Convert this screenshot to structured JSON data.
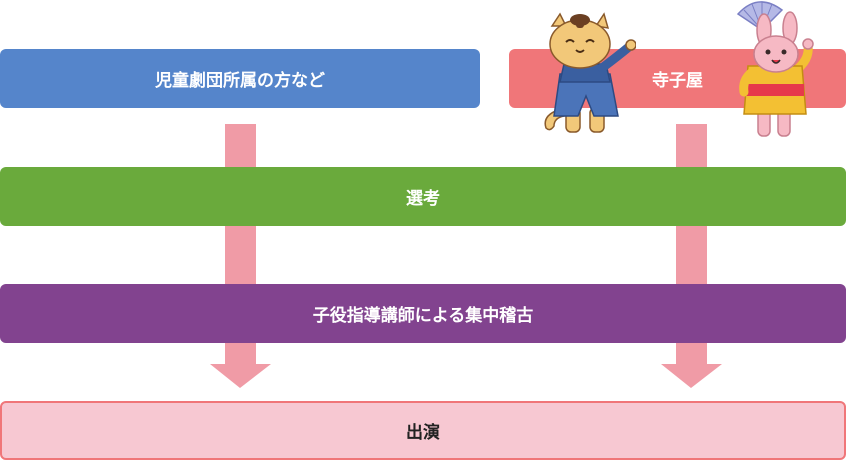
{
  "flow": {
    "troupe_label": "児童劇団所属の方など",
    "terakoya_label": "寺子屋",
    "selection_label": "選考",
    "training_label": "子役指導講師による集中稽古",
    "appearance_label": "出演"
  },
  "colors": {
    "troupe": "#5585cb",
    "terakoya": "#f07679",
    "selection": "#6aaa3c",
    "training": "#82438f",
    "appearance_fill": "#f7c8d2",
    "appearance_border": "#f07679",
    "appearance_text": "#222222",
    "arrow": "#f09ba6"
  },
  "illustrations": {
    "left": "samurai-cat-icon",
    "right": "dancing-rabbit-icon"
  }
}
